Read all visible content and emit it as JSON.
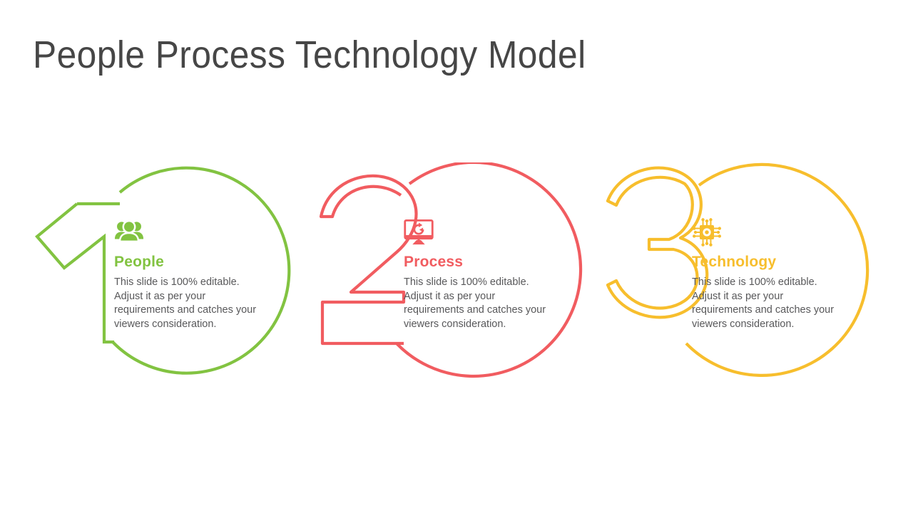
{
  "slide": {
    "title": "People Process Technology Model",
    "background_color": "#FFFFFF",
    "title_color": "#464646",
    "body_text_color": "#58585A"
  },
  "items": [
    {
      "number": "1",
      "heading": "People",
      "body": "This slide is 100% editable. Adjust it as per your requirements and catches your viewers consideration.",
      "color": "#82C341",
      "icon": "people-group-icon"
    },
    {
      "number": "2",
      "heading": "Process",
      "body": "This slide is 100% editable. Adjust it as per your requirements and catches your viewers consideration.",
      "color": "#F15C60",
      "icon": "monitor-refresh-icon"
    },
    {
      "number": "3",
      "heading": "Technology",
      "body": "This slide is 100% editable. Adjust it as per your requirements and catches your viewers consideration.",
      "color": "#F7BE2D",
      "icon": "microchip-icon"
    }
  ]
}
